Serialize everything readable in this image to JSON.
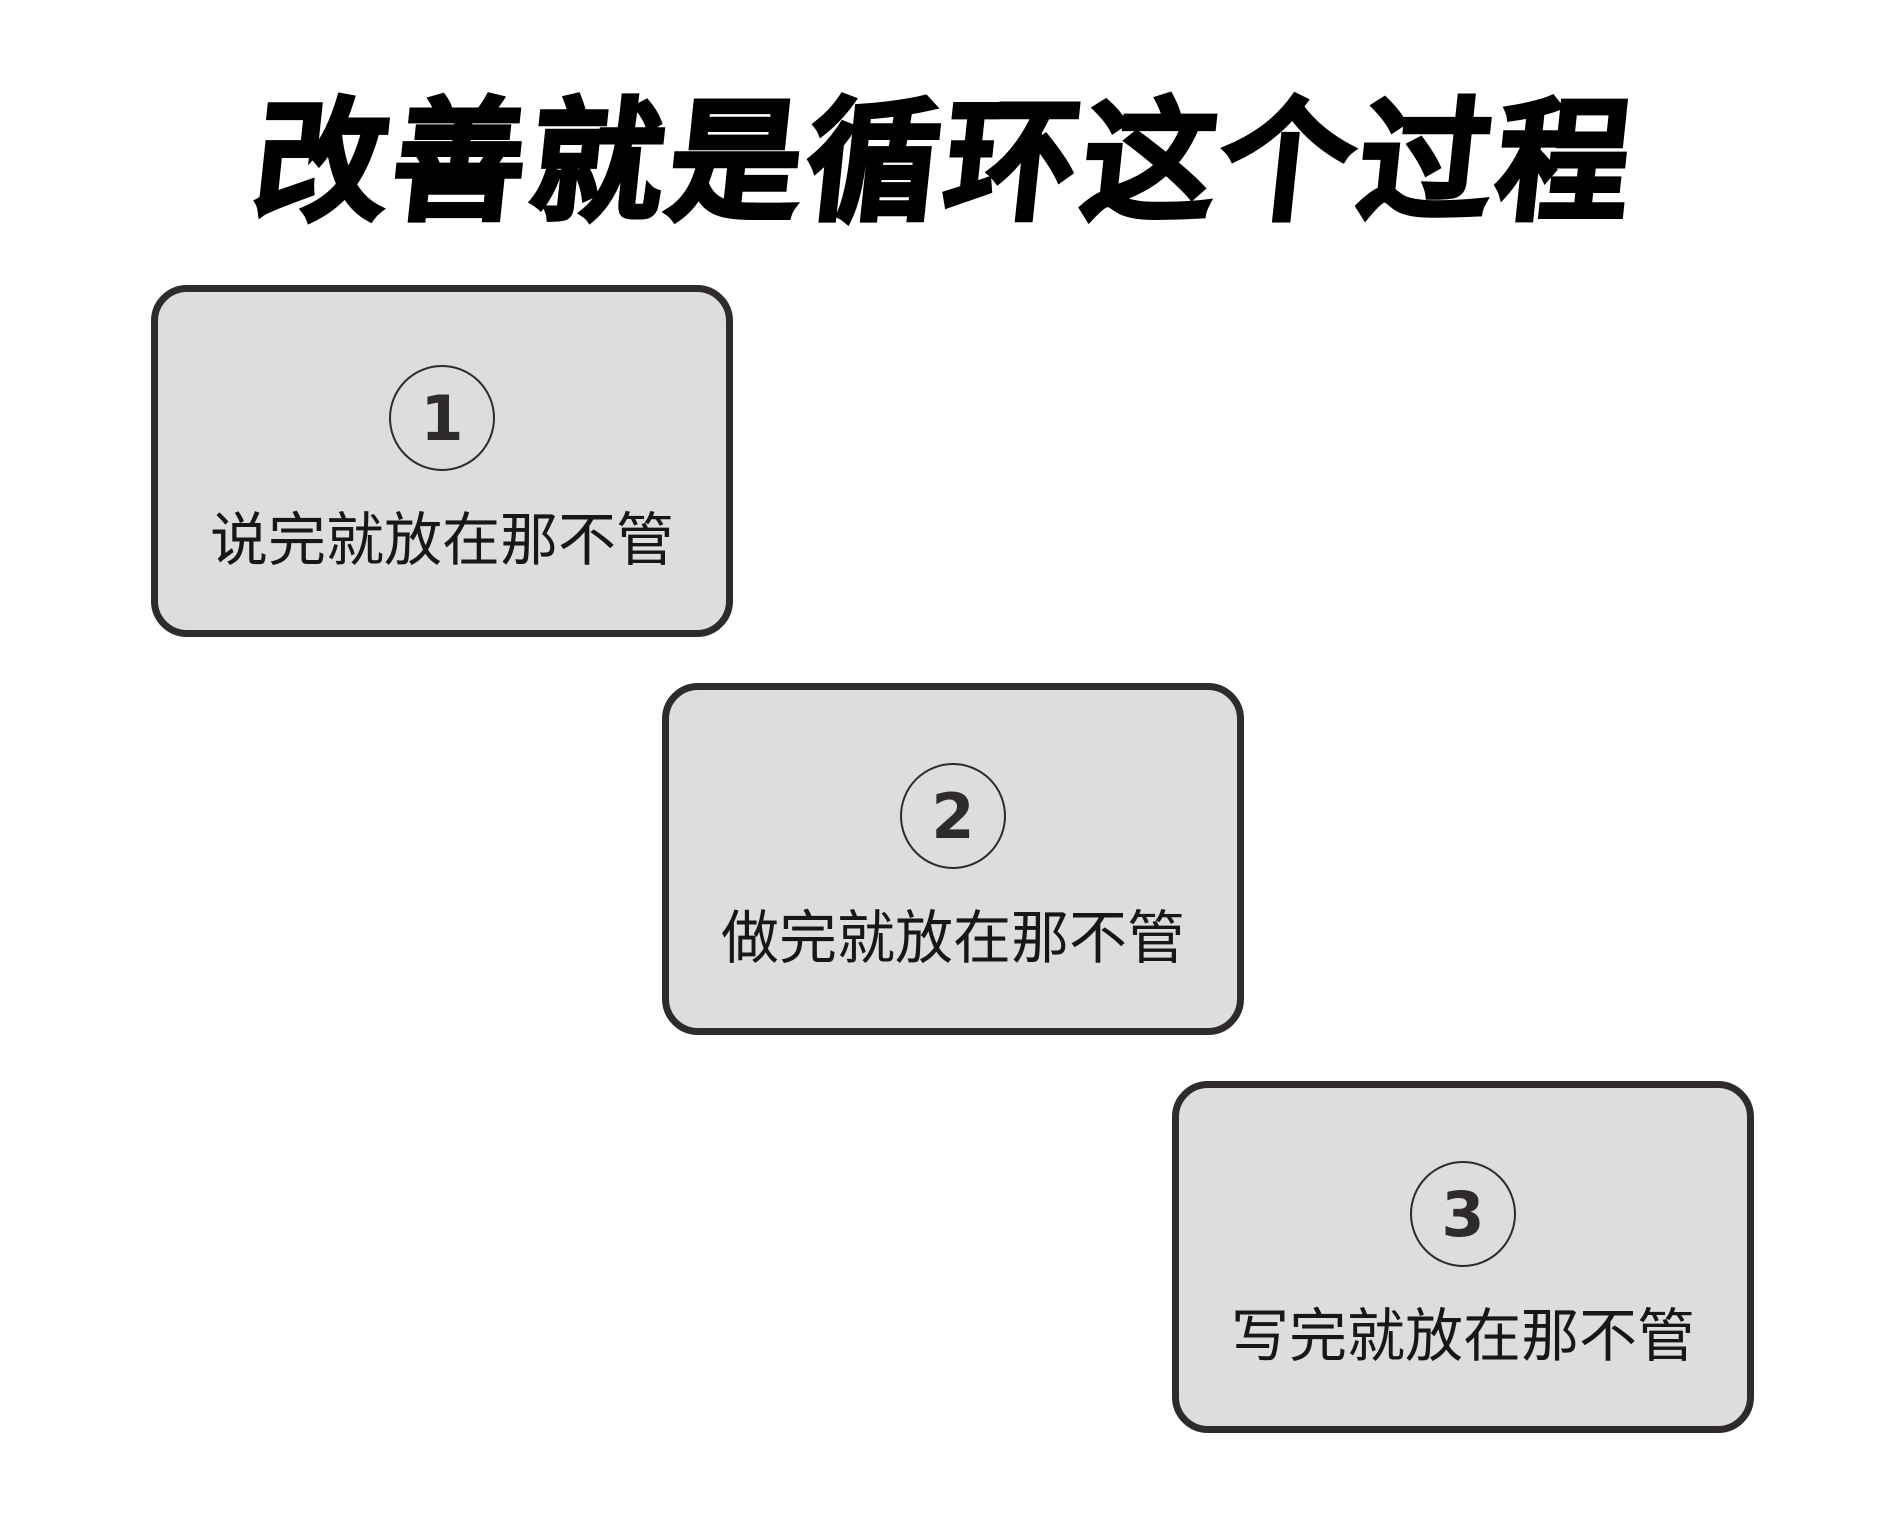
{
  "title": "改善就是循环这个过程",
  "steps": [
    {
      "number": "1",
      "label": "说完就放在那不管"
    },
    {
      "number": "2",
      "label": "做完就放在那不管"
    },
    {
      "number": "3",
      "label": "写完就放在那不管"
    }
  ],
  "colors": {
    "card_fill": "#dcdedd",
    "card_border": "#2f2a2b",
    "title": "#000000",
    "background": "#ffffff"
  }
}
